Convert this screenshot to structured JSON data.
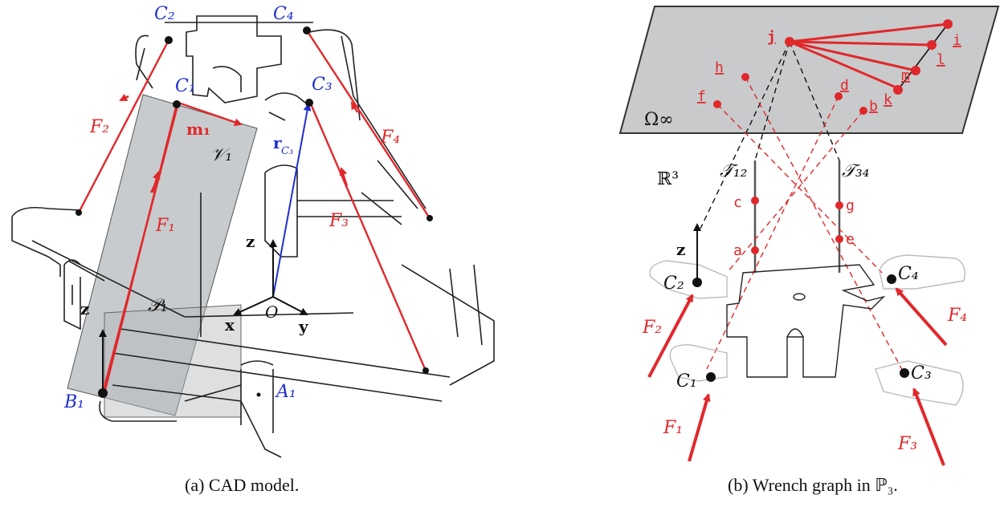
{
  "captions": {
    "left": "(a) CAD model.",
    "right": "(b) Wrench graph in ℙ₃."
  },
  "left": {
    "joints": [
      "C₂",
      "C₄",
      "C₁",
      "C₃",
      "B₁",
      "A₁"
    ],
    "forces": [
      "F₂",
      "F₁",
      "F₃",
      "F₄"
    ],
    "vectors": {
      "m": "m₁",
      "r": "r",
      "r_sub": "C₃"
    },
    "planes": [
      "𝒱₁",
      "𝒫₁"
    ],
    "axes": {
      "x": "x",
      "y": "y",
      "z": "z",
      "origin": "O",
      "z_base": "z"
    }
  },
  "right": {
    "plane_label": "Ω∞",
    "space_label": "ℝ³",
    "lines": [
      "𝒯₁₂",
      "𝒯₃₄"
    ],
    "points": [
      "j",
      "i",
      "l",
      "m",
      "k",
      "h",
      "d",
      "f",
      "b",
      "c",
      "a",
      "g",
      "e"
    ],
    "joints": [
      "C₂",
      "C₄",
      "C₁",
      "C₃"
    ],
    "forces": [
      "F₂",
      "F₄",
      "F₁",
      "F₃"
    ],
    "axis_z": "z"
  },
  "colors": {
    "red": "#e0282b",
    "blue": "#1f2fd0",
    "plane": "#c9cacc",
    "outline": "#222222"
  }
}
